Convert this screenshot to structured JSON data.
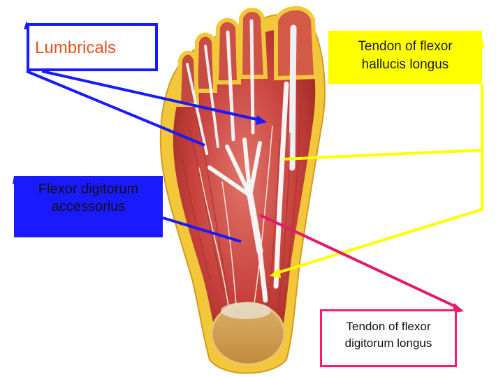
{
  "labels": {
    "lumbricals": "Lumbricals",
    "fhl_line1": "Tendon of flexor",
    "fhl_line2": "hallucis longus",
    "fda_line1": "Flexor digitorum",
    "fda_line2": "accessorius",
    "fdl_line1": "Tendon of flexor",
    "fdl_line2": "digitorum longus"
  },
  "colors": {
    "lumbricals_arrow": "#1a1aff",
    "fhl_arrow": "#ffff00",
    "fda_arrow": "#1a1aff",
    "fdl_arrow": "#e01a6c",
    "muscle": "#c8423c",
    "tendon": "#f4f0f0",
    "fat": "#f2c83a"
  },
  "image": {
    "subject": "foot-sole-dissection"
  }
}
